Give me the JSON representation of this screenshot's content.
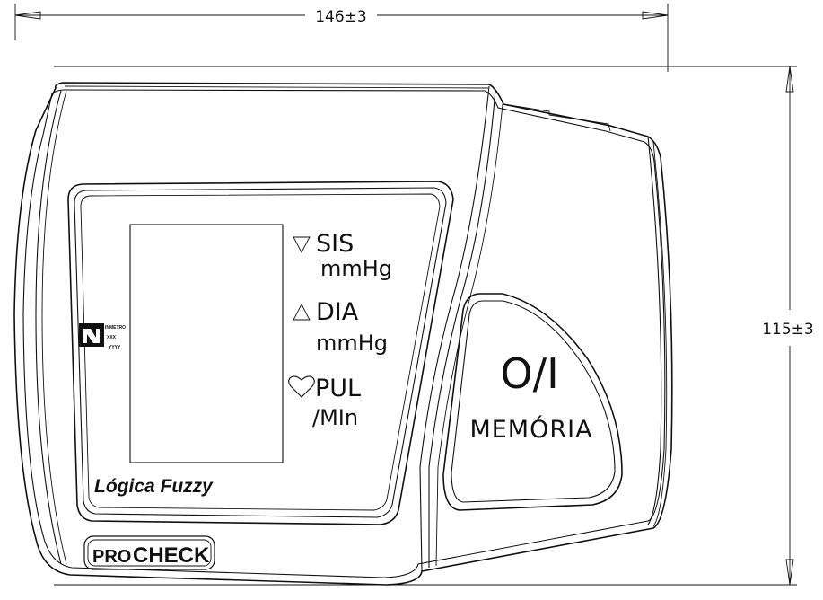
{
  "dimensions": {
    "width_label": "146±3",
    "height_label": "115±3"
  },
  "display": {
    "sis_label": "SIS",
    "sis_unit": "mmHg",
    "dia_label": "DIA",
    "dia_unit": "mmHg",
    "pul_label": "PUL",
    "pul_unit": "/MIn",
    "sis_icon": "triangle-down-icon",
    "dia_icon": "triangle-up-icon",
    "pul_icon": "heart-icon",
    "fuzzy_label": "Lógica Fuzzy",
    "inmetro_lines": [
      "INMETRO",
      "XXX",
      "YYYY"
    ]
  },
  "button": {
    "power_symbol": "O/I",
    "memory_label": "MEMÓRIA"
  },
  "brand": {
    "name_part1": "PRO",
    "name_part2": "CHECK"
  }
}
